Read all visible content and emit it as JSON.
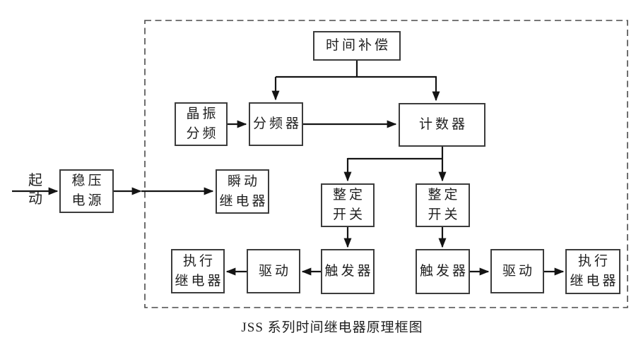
{
  "caption": "JSS 系列时间继电器原理框图",
  "input_label": {
    "line1": "起",
    "line2": "动"
  },
  "blocks": {
    "time_compensation": {
      "label": "时间补偿"
    },
    "crystal_divider": {
      "line1": "晶振",
      "line2": "分频"
    },
    "frequency_divider": {
      "label": "分频器"
    },
    "counter": {
      "label": "计数器"
    },
    "power_supply": {
      "line1": "稳压",
      "line2": "电源"
    },
    "instant_relay": {
      "line1": "瞬动",
      "line2": "继电器"
    },
    "setting_switch": {
      "line1": "整定",
      "line2": "开关"
    },
    "trigger": {
      "label": "触发器"
    },
    "drive": {
      "label": "驱动"
    },
    "exec_relay": {
      "line1": "执行",
      "line2": "继电器"
    }
  },
  "colors": {
    "line": "#141414",
    "border": "#3c3c3c",
    "background": "#ffffff",
    "text": "#1f1f1f",
    "boundary": "#4a4a4a"
  }
}
